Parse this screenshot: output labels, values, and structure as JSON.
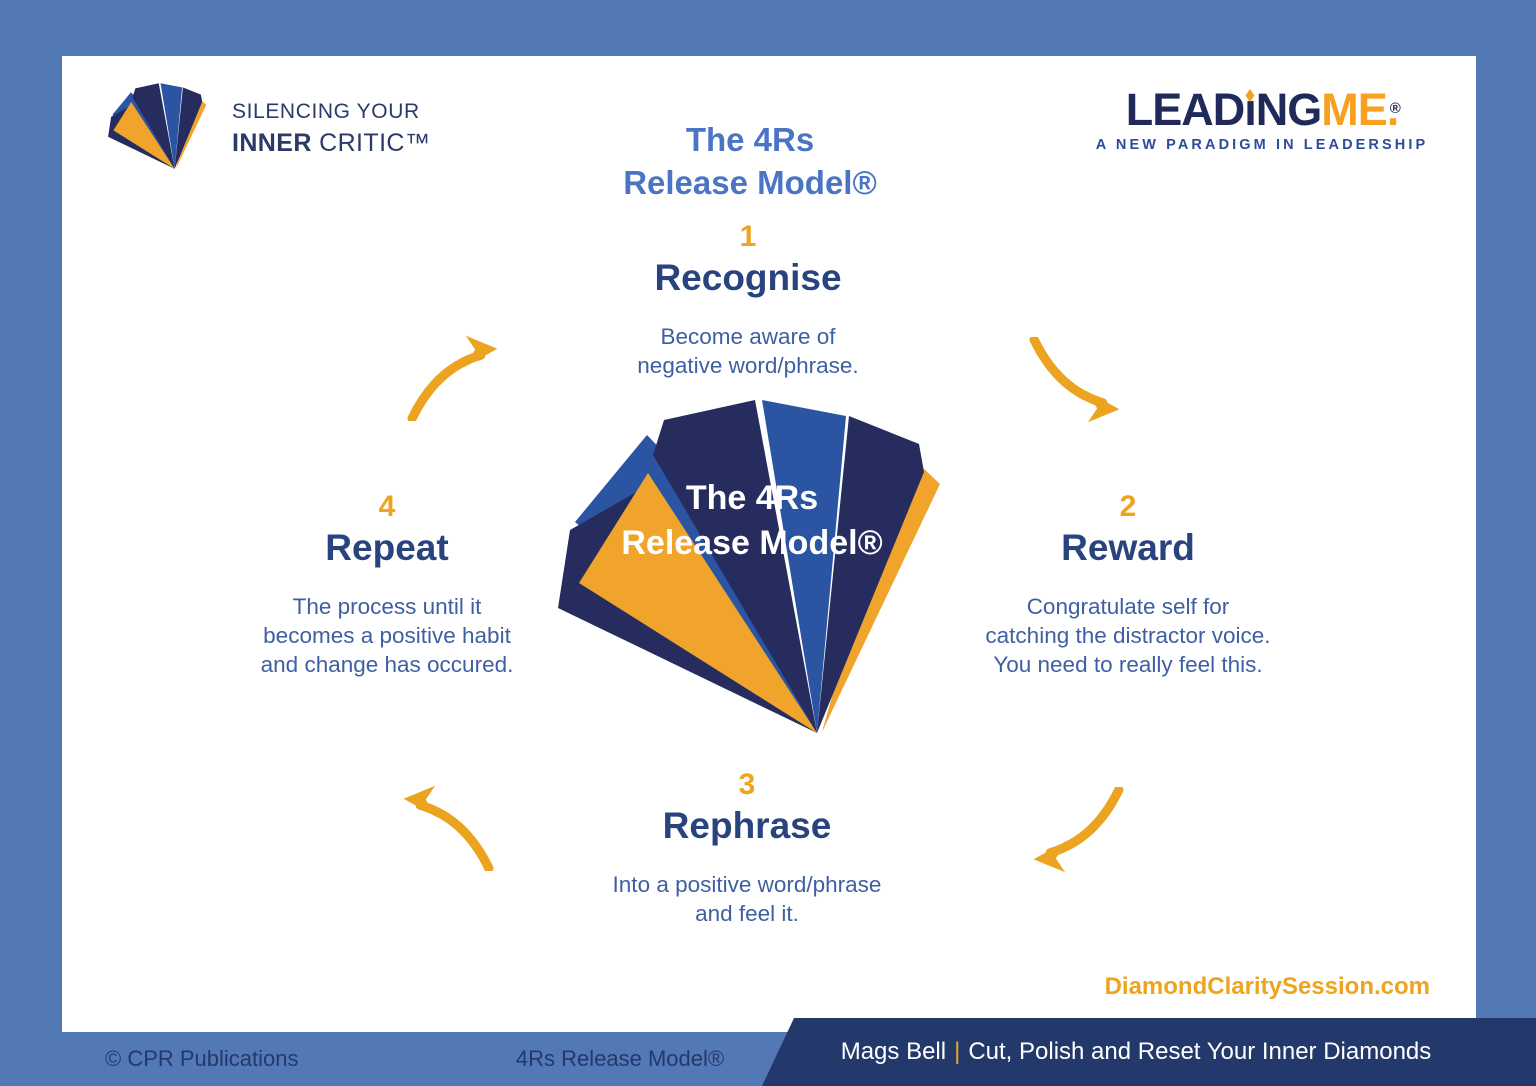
{
  "brand": {
    "line1": "SILENCING YOUR",
    "line2_bold": "INNER",
    "line2_rest": " CRITIC™"
  },
  "header_title": {
    "line1": "The 4Rs",
    "line2": "Release Model®"
  },
  "leadingme": {
    "lead": "LEAD",
    "i": "ı",
    "ng": "NG",
    "me": "ME",
    "period": ".",
    "registered": "®",
    "tagline": "A NEW PARADIGM IN LEADERSHIP"
  },
  "center_label": {
    "line1": "The 4Rs",
    "line2": "Release Model®"
  },
  "steps": [
    {
      "number": "1",
      "name": "Recognise",
      "lines": [
        "Become aware of",
        "negative word/phrase."
      ]
    },
    {
      "number": "2",
      "name": "Reward",
      "lines": [
        "Congratulate self for",
        "catching the distractor voice.",
        "You need to really feel this."
      ]
    },
    {
      "number": "3",
      "name": "Rephrase",
      "lines": [
        "Into a positive word/phrase",
        "and feel it."
      ]
    },
    {
      "number": "4",
      "name": "Repeat",
      "lines": [
        "The process until it",
        "becomes a positive habit",
        "and change has occured."
      ]
    }
  ],
  "website": "DiamondClaritySession.com",
  "footer": {
    "copyright": "© CPR Publications",
    "model": "4Rs Release Model®",
    "author": "Mags Bell",
    "separator": "|",
    "tagline": "Cut, Polish and Reset Your Inner Diamonds"
  },
  "colors": {
    "page_blue": "#5278B6",
    "gold": "#EDA41F",
    "navy_band": "#24396B",
    "fan_navy": "#272C5E",
    "fan_blue": "#2B55A3",
    "fan_gold": "#F0A42C",
    "title_blue": "#4A74C4",
    "heading_navy": "#29437E",
    "body_blue": "#3F5FA3",
    "leadingme_navy": "#1F2A5A",
    "leadingme_orange": "#F6A21E"
  }
}
